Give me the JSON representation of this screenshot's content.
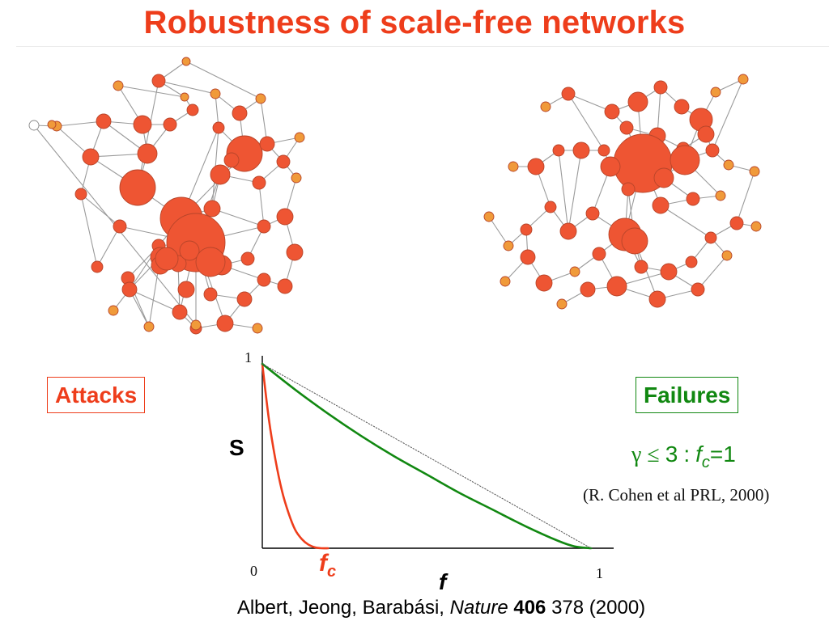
{
  "slide": {
    "title": "Robustness of scale-free networks",
    "attacks_label": "Attacks",
    "failures_label": "Failures",
    "formula": {
      "gamma": "γ",
      "leq": "≤",
      "three": "3",
      "colon": ":",
      "f": "f",
      "sub": "c",
      "eq": "=1"
    },
    "citation": "(R. Cohen et al PRL, 2000)",
    "reference": {
      "authors": "Albert, Jeong, Barabási,",
      "journal": "Nature",
      "volume": "406",
      "rest": "378 (2000)"
    }
  },
  "colors": {
    "red": "#ee3d1b",
    "green": "#118811",
    "node_fill": "#ee5533",
    "node_fill_small": "#f09a3a",
    "edge": "#9a9a9a"
  },
  "chart_data": {
    "type": "line",
    "ylabel": "S",
    "xlabel": "f",
    "xlim": [
      0,
      1
    ],
    "ylim": [
      0,
      1
    ],
    "x_ticks": [
      "0",
      "1"
    ],
    "y_ticks": [
      "1"
    ],
    "annotations": [
      {
        "text": "f",
        "sub": "c",
        "x": 0.18
      }
    ],
    "series": [
      {
        "style": "red-attacks",
        "x": [
          0,
          0.02,
          0.04,
          0.06,
          0.08,
          0.1,
          0.12,
          0.14,
          0.16,
          0.18,
          0.2
        ],
        "y": [
          1,
          0.7,
          0.48,
          0.31,
          0.19,
          0.1,
          0.05,
          0.02,
          0.005,
          0,
          0
        ]
      },
      {
        "style": "green-failures",
        "x": [
          0,
          0.1,
          0.2,
          0.3,
          0.4,
          0.5,
          0.6,
          0.7,
          0.8,
          0.9,
          0.95,
          1
        ],
        "y": [
          1,
          0.86,
          0.73,
          0.61,
          0.5,
          0.4,
          0.3,
          0.21,
          0.12,
          0.04,
          0.01,
          0
        ]
      },
      {
        "style": "dotted-reference",
        "x": [
          0,
          1
        ],
        "y": [
          1,
          0
        ]
      }
    ]
  }
}
